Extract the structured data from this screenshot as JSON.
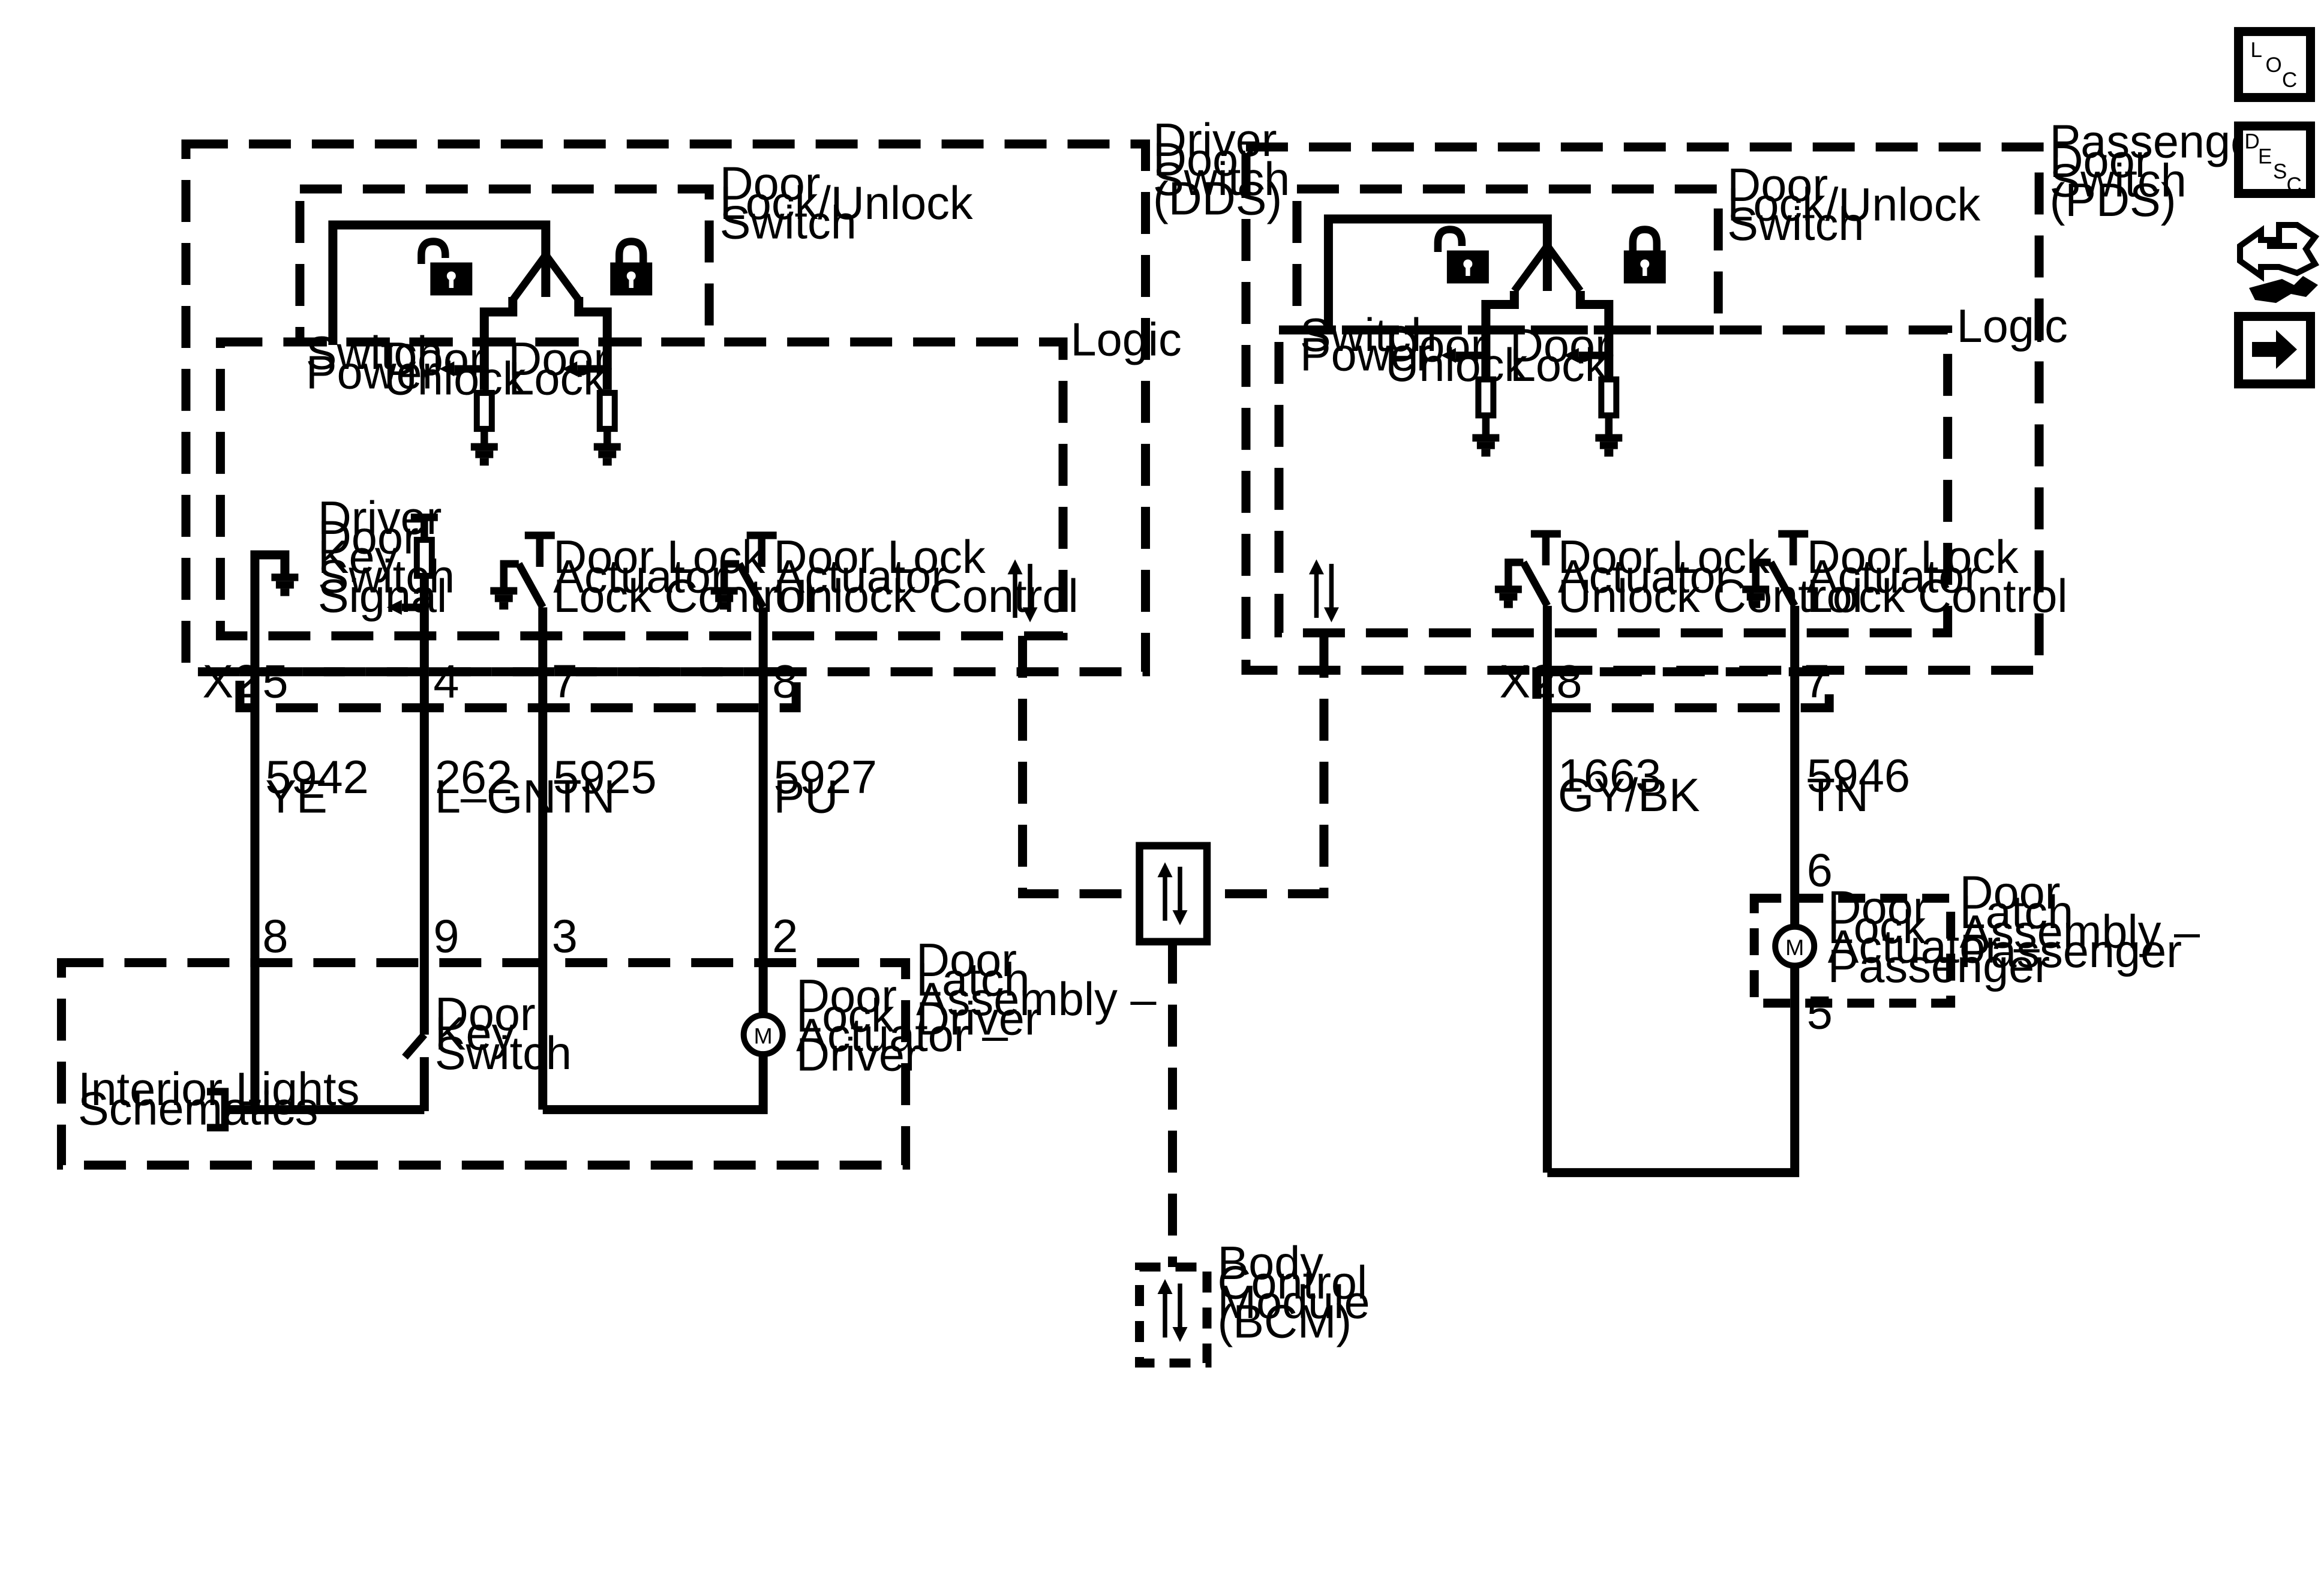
{
  "modules": {
    "dds": [
      "Driver",
      "Door",
      "Switch",
      "(DDS)"
    ],
    "pds": [
      "Passenger",
      "Door",
      "Switch",
      "(PDS)"
    ],
    "bcm": [
      "Body",
      "Control",
      "Module",
      "(BCM)"
    ]
  },
  "subsections": {
    "switch": [
      "Door",
      "Lock/Unlock",
      "Switch"
    ],
    "logic": "Logic"
  },
  "labels": {
    "switch_power": [
      "Switch",
      "Power"
    ],
    "door_unlock": [
      "Door",
      "Unlock"
    ],
    "door_lock": [
      "Door",
      "Lock"
    ],
    "key_switch_signal": [
      "Driver",
      "Door",
      "Key",
      "Switch",
      "Signal"
    ],
    "actuator_lock_control": [
      "Door Lock",
      "Actuator",
      "Lock Control"
    ],
    "actuator_unlock_control": [
      "Door Lock",
      "Actuator",
      "Unlock Control"
    ],
    "connector": "X2",
    "door_key_switch": [
      "Door",
      "Key",
      "Switch"
    ],
    "interior_lights": [
      "Interior Lights",
      "Schematics"
    ],
    "actuator_driver": [
      "Door",
      "Lock",
      "Actuator –",
      "Driver"
    ],
    "latch_driver": [
      "Door",
      "Latch",
      "Assembly –",
      "Driver"
    ],
    "actuator_passenger": [
      "Door",
      "Lock",
      "Actuator –",
      "Passenger"
    ],
    "latch_passenger": [
      "Door",
      "Latch",
      "Assembly –",
      "Passenger"
    ],
    "motor": "M"
  },
  "pins": {
    "dds": [
      "5",
      "4",
      "7",
      "8"
    ],
    "driver_latch": [
      "8",
      "9",
      "3",
      "2"
    ],
    "pds": [
      "8",
      "7"
    ],
    "passenger_latch": [
      "6",
      "5"
    ]
  },
  "circuits": {
    "c5942": [
      "5942",
      "YE"
    ],
    "c262": [
      "262",
      "L–GN"
    ],
    "c5925": [
      "5925",
      "TN"
    ],
    "c5927": [
      "5927",
      "PU"
    ],
    "c1663": [
      "1663",
      "GY/BK"
    ],
    "c5946": [
      "5946",
      "TN"
    ]
  },
  "nav_icons": {
    "loc": [
      "L",
      "O",
      "C"
    ],
    "desc": [
      "D",
      "E",
      "S",
      "C"
    ],
    "connector_icon": "connector-wrench-icon",
    "next_icon": "arrow-right-icon"
  }
}
